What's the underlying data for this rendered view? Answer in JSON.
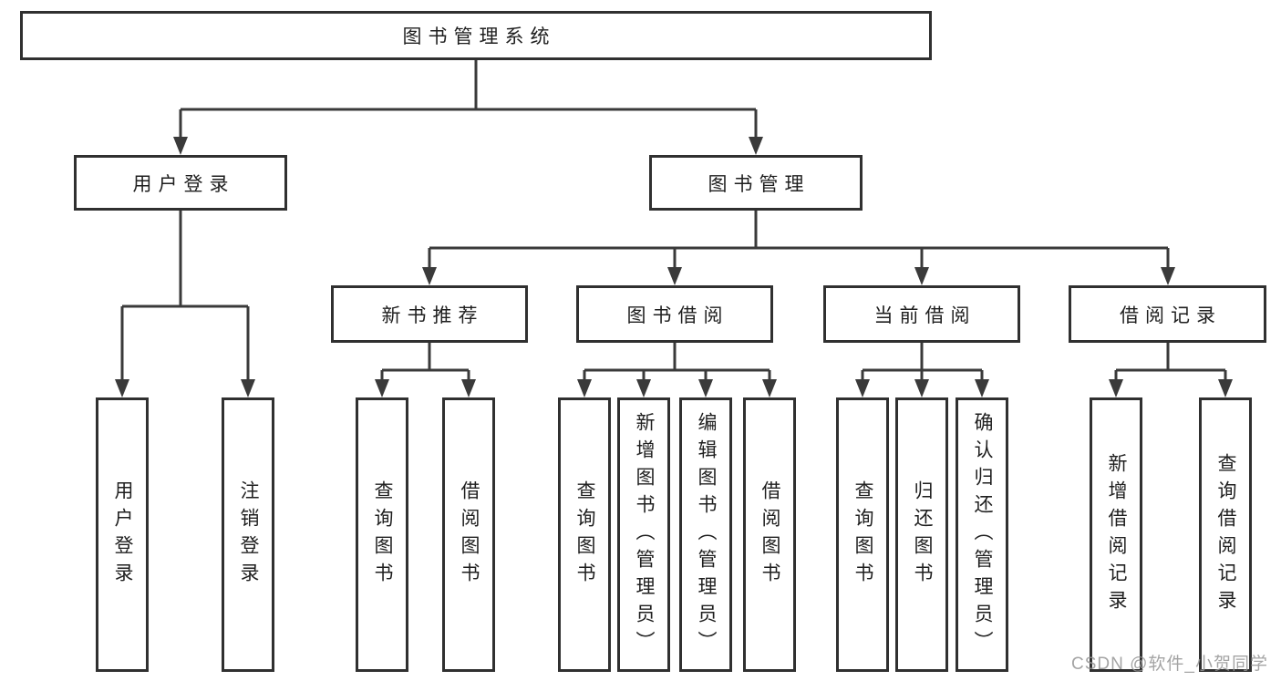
{
  "diagram": {
    "root": {
      "label": "图书管理系统"
    },
    "branches": [
      {
        "label": "用户登录",
        "children": [
          {
            "label": "用户登录"
          },
          {
            "label": "注销登录"
          }
        ]
      },
      {
        "label": "图书管理",
        "children": [
          {
            "label": "新书推荐",
            "children": [
              {
                "label": "查询图书"
              },
              {
                "label": "借阅图书"
              }
            ]
          },
          {
            "label": "图书借阅",
            "children": [
              {
                "label": "查询图书"
              },
              {
                "label": "新增图书（管理员）"
              },
              {
                "label": "编辑图书（管理员）"
              },
              {
                "label": "借阅图书"
              }
            ]
          },
          {
            "label": "当前借阅",
            "children": [
              {
                "label": "查询图书"
              },
              {
                "label": "归还图书"
              },
              {
                "label": "确认归还（管理员）"
              }
            ]
          },
          {
            "label": "借阅记录",
            "children": [
              {
                "label": "新增借阅记录"
              },
              {
                "label": "查询借阅记录"
              }
            ]
          }
        ]
      }
    ]
  },
  "watermark": {
    "text": "CSDN @软件_小贺同学"
  },
  "colors": {
    "line": "#3a3a3a",
    "box_border": "#303030",
    "text": "#1f1f1f",
    "watermark": "#949494",
    "background": "#ffffff"
  }
}
